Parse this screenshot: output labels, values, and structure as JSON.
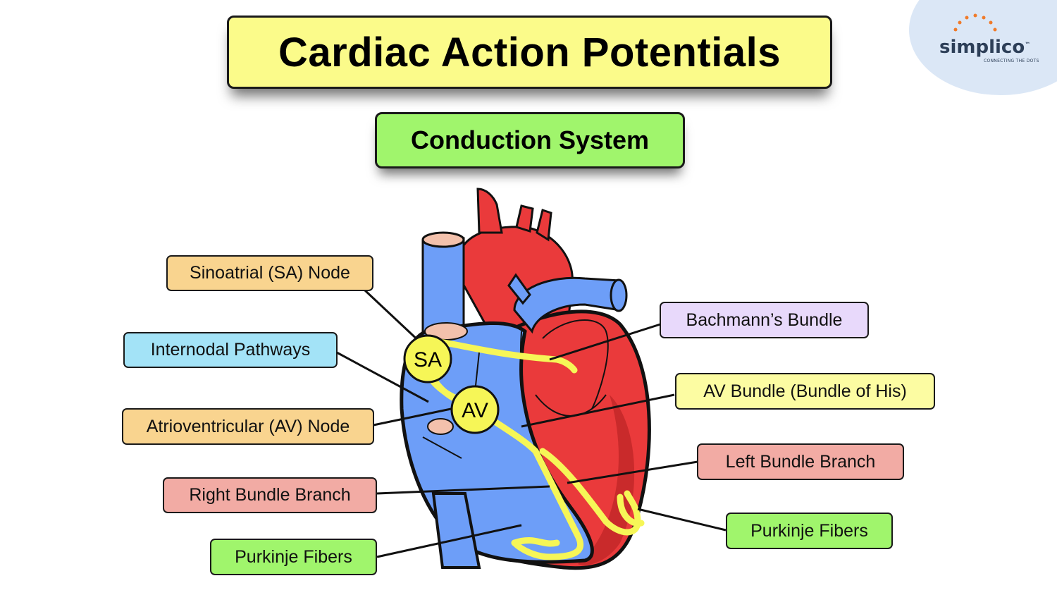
{
  "title": "Cardiac Action Potentials",
  "subtitle": "Conduction System",
  "logo": {
    "name": "simplico",
    "tagline": "CONNECTING THE DOTS",
    "tm": "™"
  },
  "labels": {
    "sa_node": "Sinoatrial (SA) Node",
    "internodal": "Internodal Pathways",
    "av_node": "Atrioventricular (AV) Node",
    "right_bundle": "Right Bundle Branch",
    "purkinje_left": "Purkinje Fibers",
    "bachmann": "Bachmann’s Bundle",
    "his_bundle": "AV Bundle (Bundle of His)",
    "left_bundle": "Left Bundle Branch",
    "purkinje_right": "Purkinje Fibers"
  },
  "nodes": {
    "sa": "SA",
    "av": "AV"
  },
  "colors": {
    "heart_red": "#ea3a3b",
    "heart_blue": "#6d9ef8",
    "pathway_yellow": "#f6f657",
    "vessel_pink": "#f3c1ac"
  }
}
